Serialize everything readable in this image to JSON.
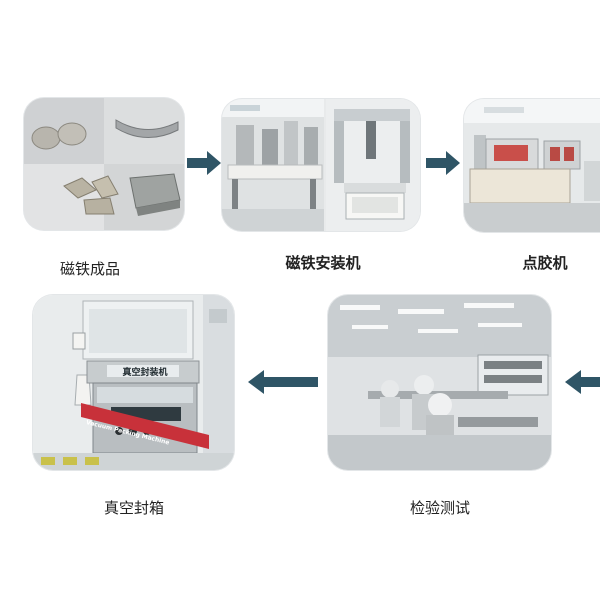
{
  "steps": [
    {
      "id": "magnet-products",
      "label": "磁铁成品"
    },
    {
      "id": "magnet-installer",
      "label": "磁铁安装机"
    },
    {
      "id": "dispenser",
      "label": "点胶机"
    },
    {
      "id": "vacuum-sealing",
      "label": "真空封箱"
    },
    {
      "id": "inspection-testing",
      "label": "检验测试"
    }
  ],
  "machine_sign": "真空封装机",
  "machine_band": "Vacuum Packing Machine",
  "colors": {
    "arrow": "#2f5566",
    "card_border": "#e3e6e8"
  }
}
